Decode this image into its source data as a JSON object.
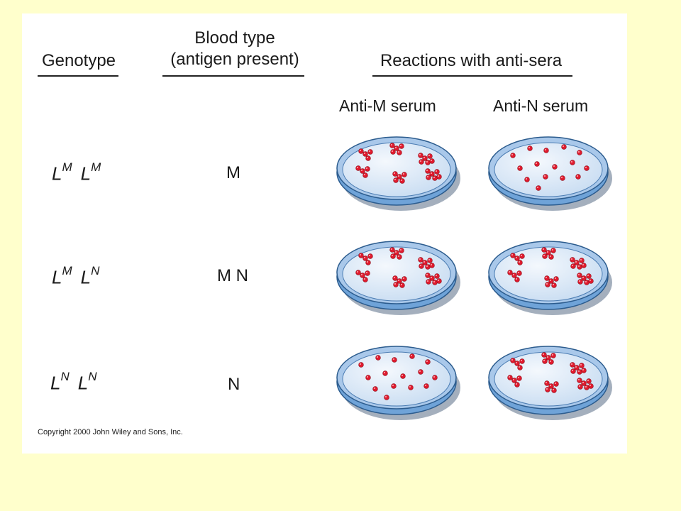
{
  "headers": {
    "genotype": "Genotype",
    "blood_type_line1": "Blood type",
    "blood_type_line2": "(antigen present)",
    "reactions": "Reactions with anti-sera",
    "anti_m": "Anti-M serum",
    "anti_n": "Anti-N serum"
  },
  "rows": [
    {
      "allele1_base": "L",
      "allele1_sup": "M",
      "allele2_base": "L",
      "allele2_sup": "M",
      "blood_type": "M",
      "anti_m": "agglutinated",
      "anti_n": "dispersed"
    },
    {
      "allele1_base": "L",
      "allele1_sup": "M",
      "allele2_base": "L",
      "allele2_sup": "N",
      "blood_type": "M N",
      "anti_m": "agglutinated",
      "anti_n": "agglutinated"
    },
    {
      "allele1_base": "L",
      "allele1_sup": "N",
      "allele2_base": "L",
      "allele2_sup": "N",
      "blood_type": "N",
      "anti_m": "dispersed",
      "anti_n": "agglutinated"
    }
  ],
  "copyright": "Copyright 2000 John Wiley and Sons, Inc.",
  "colors": {
    "slide_background": "#FFFFCC",
    "panel": "#FFFFFF",
    "dish_rim": "#6FA3D8",
    "dish_fill": "#C9DDF2",
    "cell": "#E01B2E"
  }
}
